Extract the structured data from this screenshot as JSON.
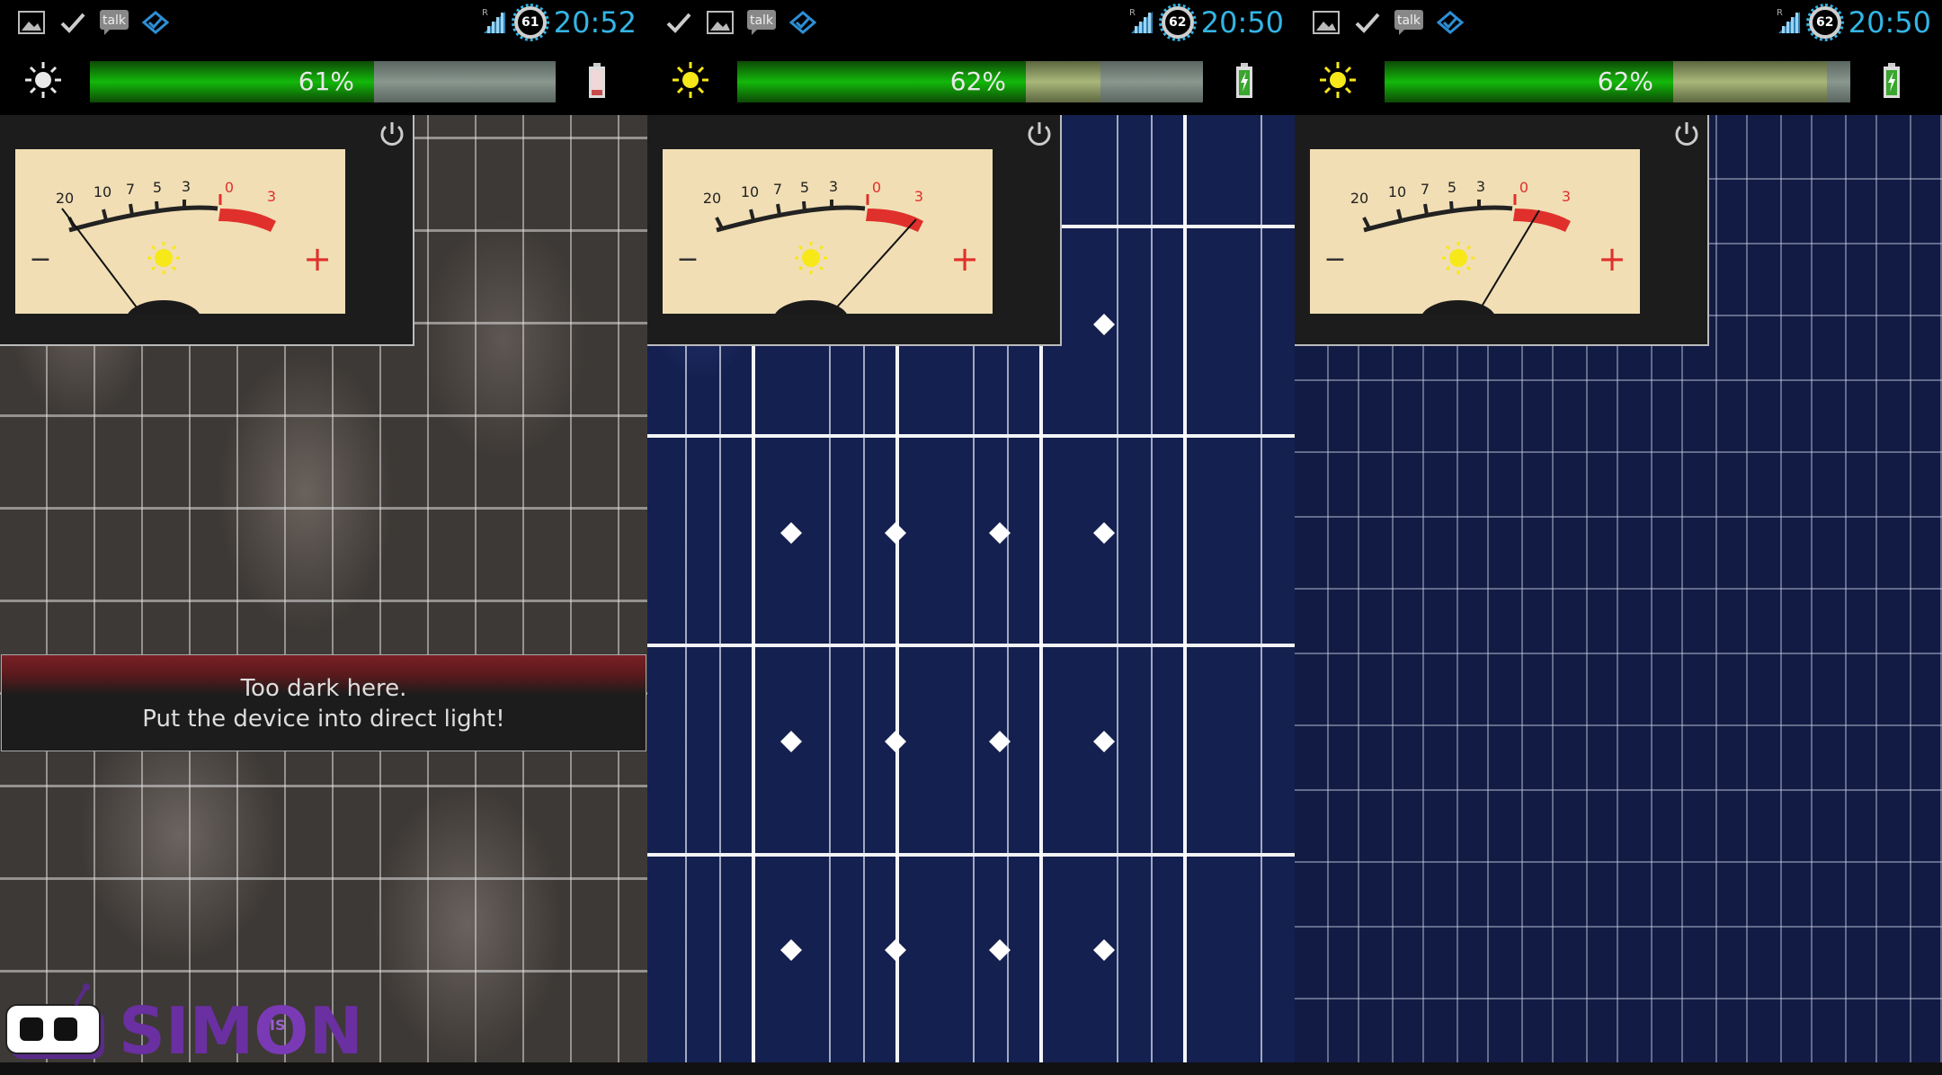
{
  "panels": [
    {
      "status_bar": {
        "clock": "20:52",
        "battery_level": "61",
        "notification_icons": [
          "gallery-icon",
          "check-icon",
          "talk-icon",
          "foursquare-icon"
        ],
        "talk_label": "talk",
        "signal_letter": "R"
      },
      "meter": {
        "percent_label": "61%",
        "level": 0.61,
        "secondary_level": 0.61,
        "battery_state": "low-red"
      },
      "gauge": {
        "scale_black": [
          "20",
          "10",
          "7",
          "5",
          "3"
        ],
        "scale_red": [
          "0",
          "3"
        ],
        "minus": "−",
        "plus": "+",
        "needle_position": "20"
      },
      "toast": {
        "line1": "Too dark here.",
        "line2": "Put the device into direct light!"
      },
      "background": "stone-tiles"
    },
    {
      "status_bar": {
        "clock": "20:50",
        "battery_level": "62",
        "notification_icons": [
          "check-icon",
          "gallery-icon",
          "talk-icon",
          "foursquare-icon"
        ],
        "talk_label": "talk",
        "signal_letter": "R"
      },
      "meter": {
        "percent_label": "62%",
        "level": 0.62,
        "secondary_level": 0.78,
        "battery_state": "charging-green"
      },
      "gauge": {
        "scale_black": [
          "20",
          "10",
          "7",
          "5",
          "3"
        ],
        "scale_red": [
          "0",
          "3"
        ],
        "minus": "−",
        "plus": "+",
        "needle_position": "3 (red)"
      },
      "background": "monocrystalline-solar-panel"
    },
    {
      "status_bar": {
        "clock": "20:50",
        "battery_level": "62",
        "notification_icons": [
          "gallery-icon",
          "check-icon",
          "talk-icon",
          "foursquare-icon"
        ],
        "talk_label": "talk",
        "signal_letter": "R"
      },
      "meter": {
        "percent_label": "62%",
        "level": 0.62,
        "secondary_level": 0.95,
        "battery_state": "charging-green"
      },
      "gauge": {
        "scale_black": [
          "20",
          "10",
          "7",
          "5",
          "3"
        ],
        "scale_red": [
          "0",
          "3"
        ],
        "minus": "−",
        "plus": "+",
        "needle_position": "0-3 (red)"
      },
      "background": "polycrystalline-solar-panel"
    }
  ],
  "watermark": {
    "text": "SIMON",
    "badge": "IS"
  },
  "colors": {
    "clock": "#33b5e5",
    "meter_green": "#13b80a",
    "gauge_face": "#f1deb4",
    "gauge_red": "#e0302c",
    "toast_red": "#7a2025",
    "sun_yellow": "#f7e81a"
  }
}
